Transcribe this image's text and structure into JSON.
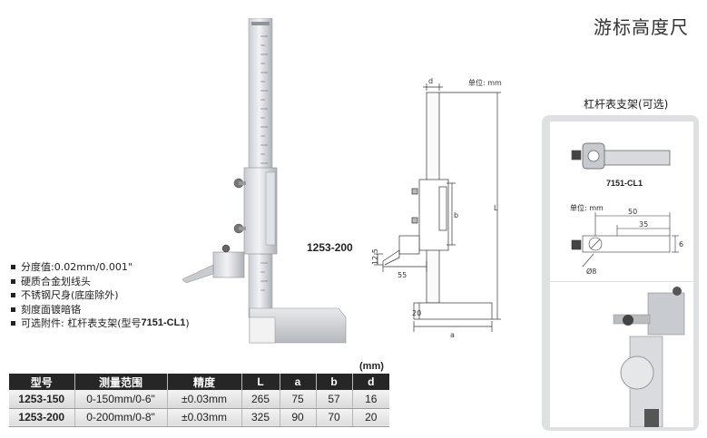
{
  "title": "游标高度尺",
  "photo": {
    "model": "1253-200"
  },
  "features": [
    {
      "text": "分度值:0.02mm/0.001\""
    },
    {
      "text": "硬质合金划线头"
    },
    {
      "text": "不锈钢尺身(底座除外)"
    },
    {
      "text": "刻度面镀暗铬"
    },
    {
      "text": "可选附件: 杠杆表支架(型号",
      "bold": "7151-CL1",
      "tail": ")"
    }
  ],
  "drawing": {
    "unit": "单位: mm",
    "labels": {
      "d": "d",
      "L": "L",
      "b": "b",
      "a": "a",
      "h125": "12.5",
      "w55": "55",
      "h20": "20"
    }
  },
  "panel": {
    "title": "杠杆表支架(可选)",
    "part": "7151-CL1",
    "unit": "单位: mm",
    "dims": {
      "d50": "50",
      "d35": "35",
      "d6": "6",
      "dia": "Ø8"
    }
  },
  "table": {
    "unit": "(mm)",
    "headers": [
      "型号",
      "测量范围",
      "精度",
      "L",
      "a",
      "b",
      "d"
    ],
    "rows": [
      [
        "1253-150",
        "0-150mm/0-6\"",
        "±0.03mm",
        "265",
        "75",
        "57",
        "16"
      ],
      [
        "1253-200",
        "0-200mm/0-8\"",
        "±0.03mm",
        "325",
        "90",
        "70",
        "20"
      ]
    ]
  }
}
